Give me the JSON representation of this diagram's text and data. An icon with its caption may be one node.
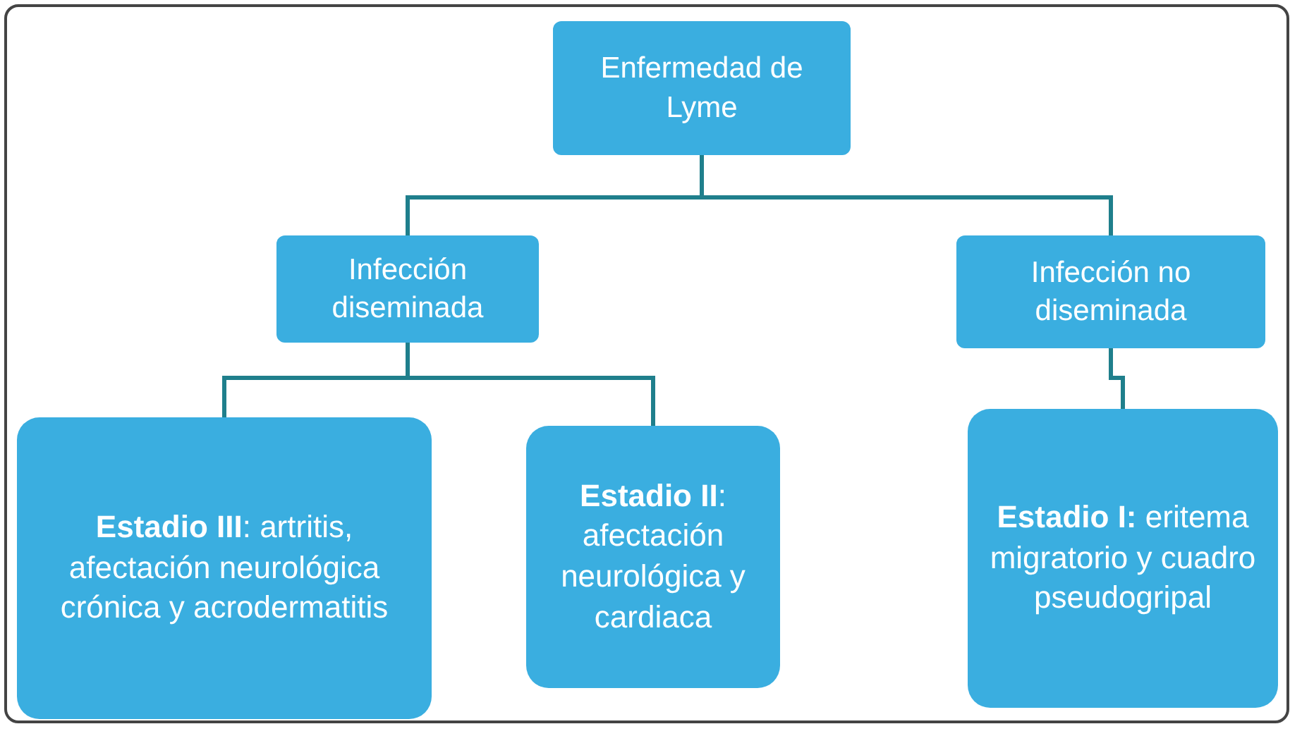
{
  "diagram": {
    "nodes": [
      {
        "text": [
          "Enfermedad de Lyme"
        ]
      },
      {
        "text": [
          "Infección diseminada"
        ]
      },
      {
        "text": [
          "Infección no diseminada"
        ]
      },
      {
        "text": [
          "**Estadio III**: artritis, afectación neurológica crónica y acrodermatitis"
        ]
      },
      {
        "text": [
          "**Estadio II**: afectación neurológica y cardiaca"
        ]
      },
      {
        "text": [
          "**Estadio I:** eritema migratorio y cuadro pseudogripal"
        ]
      }
    ],
    "edges": [
      {
        "from": 0,
        "to": 1,
        "arrow": "none"
      },
      {
        "from": 0,
        "to": 2,
        "arrow": "none"
      },
      {
        "from": 1,
        "to": 3,
        "arrow": "none"
      },
      {
        "from": 1,
        "to": 4,
        "arrow": "none"
      },
      {
        "from": 2,
        "to": 5,
        "arrow": "none"
      }
    ]
  }
}
